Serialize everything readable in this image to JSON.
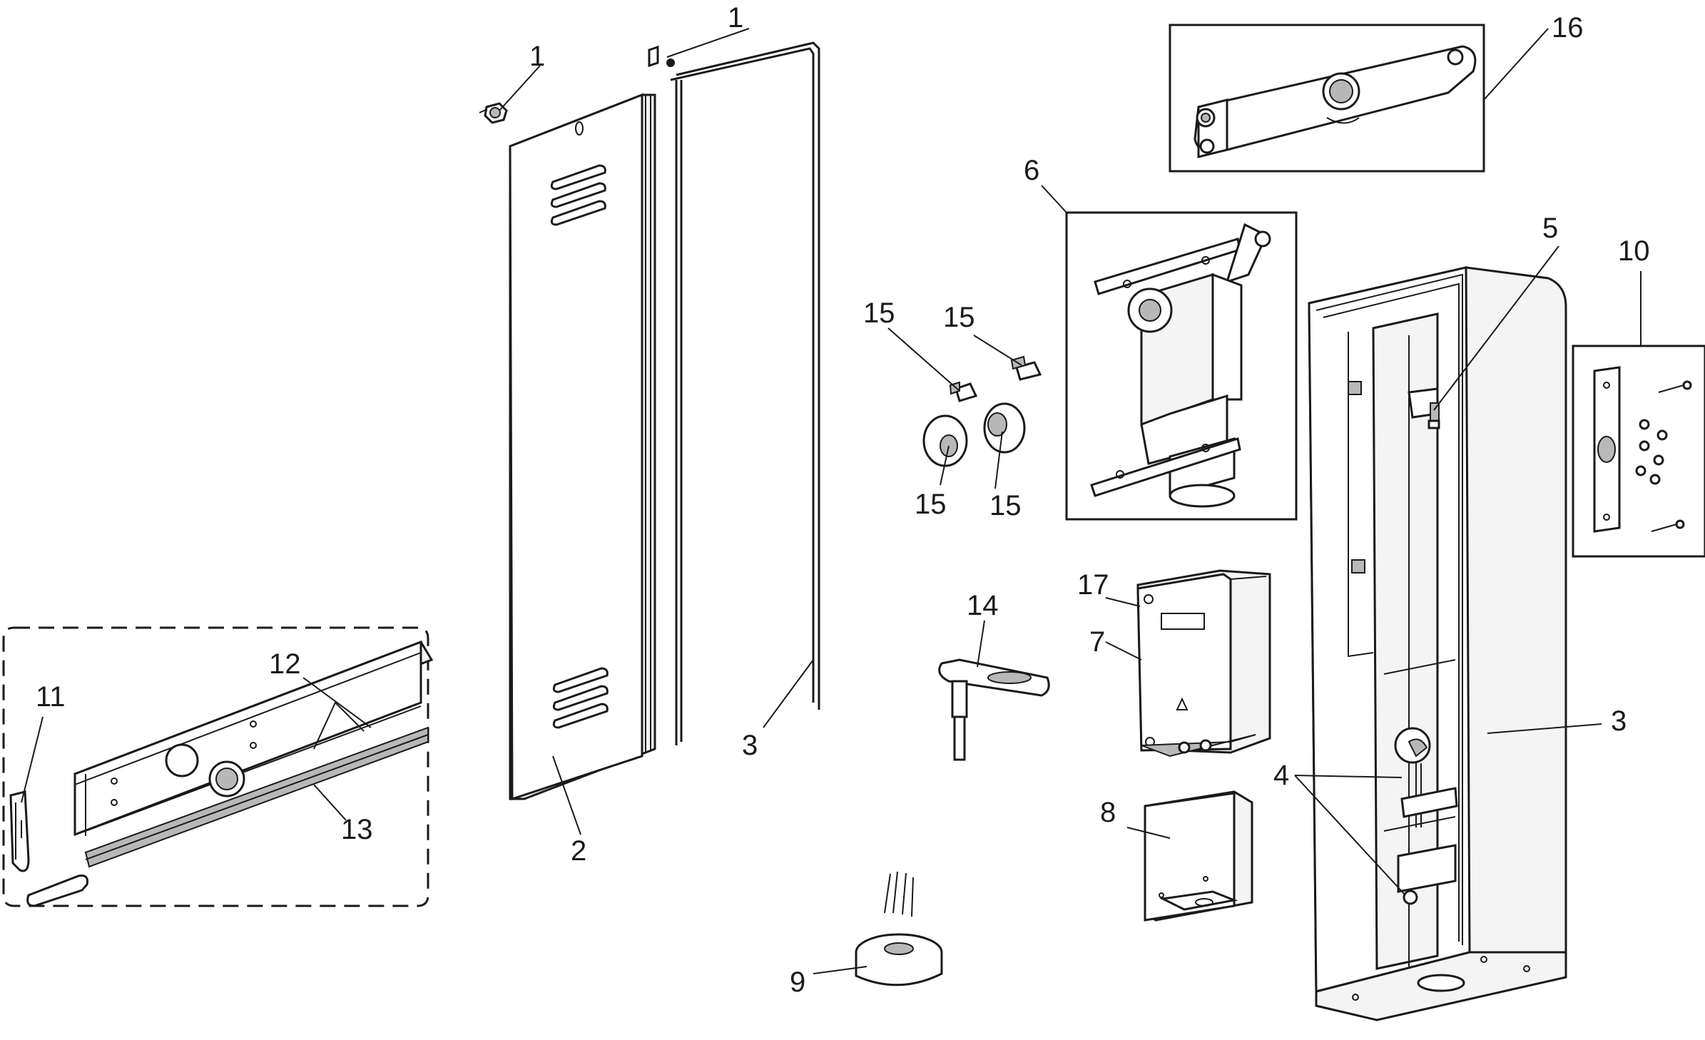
{
  "diagram": {
    "callouts": [
      {
        "id": "c1a",
        "text": "1"
      },
      {
        "id": "c1b",
        "text": "1"
      },
      {
        "id": "c2",
        "text": "2"
      },
      {
        "id": "c3a",
        "text": "3"
      },
      {
        "id": "c3b",
        "text": "3"
      },
      {
        "id": "c4",
        "text": "4"
      },
      {
        "id": "c5",
        "text": "5"
      },
      {
        "id": "c6",
        "text": "6"
      },
      {
        "id": "c7",
        "text": "7"
      },
      {
        "id": "c8",
        "text": "8"
      },
      {
        "id": "c9",
        "text": "9"
      },
      {
        "id": "c10",
        "text": "10"
      },
      {
        "id": "c11",
        "text": "11"
      },
      {
        "id": "c12",
        "text": "12"
      },
      {
        "id": "c13",
        "text": "13"
      },
      {
        "id": "c14",
        "text": "14"
      },
      {
        "id": "c15a",
        "text": "15"
      },
      {
        "id": "c15b",
        "text": "15"
      },
      {
        "id": "c15c",
        "text": "15"
      },
      {
        "id": "c15d",
        "text": "15"
      },
      {
        "id": "c16",
        "text": "16"
      },
      {
        "id": "c17",
        "text": "17"
      }
    ]
  },
  "colors": {
    "line": "#1a1a1a",
    "part_fill": "#f4f4f4",
    "shade": "#b8b8b8",
    "background": "#ffffff"
  }
}
